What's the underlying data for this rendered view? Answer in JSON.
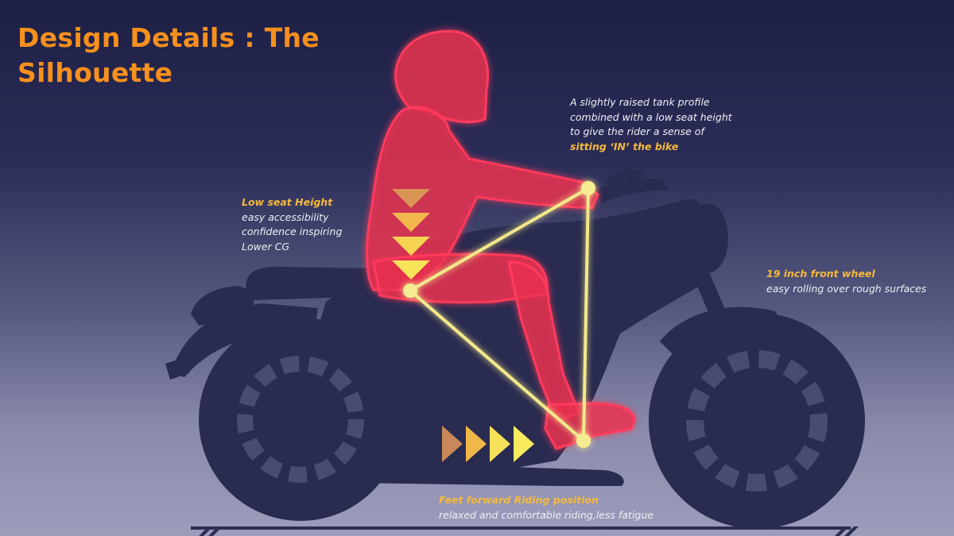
{
  "title": "Design Details : The Silhouette",
  "annotations": {
    "tank": {
      "lines": [
        "A slightly raised tank profile",
        "combined with a low seat height",
        "to give the rider a sense of"
      ],
      "highlight": "sitting ‘IN’ the bike"
    },
    "seat": {
      "heading": "Low seat Height",
      "lines": [
        "easy accessibility",
        "confidence inspiring",
        "Lower CG"
      ]
    },
    "wheel": {
      "heading": "19 inch front wheel",
      "lines": [
        "easy rolling over rough surfaces"
      ]
    },
    "feet": {
      "heading": "Feet forward Riding position",
      "lines": [
        "relaxed and comfortable riding,less fatigue"
      ]
    }
  },
  "colors": {
    "accent": "#f7901e",
    "highlight": "#f5b93a",
    "bike": "#2a2b50",
    "rider": "#e8304f",
    "triangle": "#f3e88a"
  }
}
